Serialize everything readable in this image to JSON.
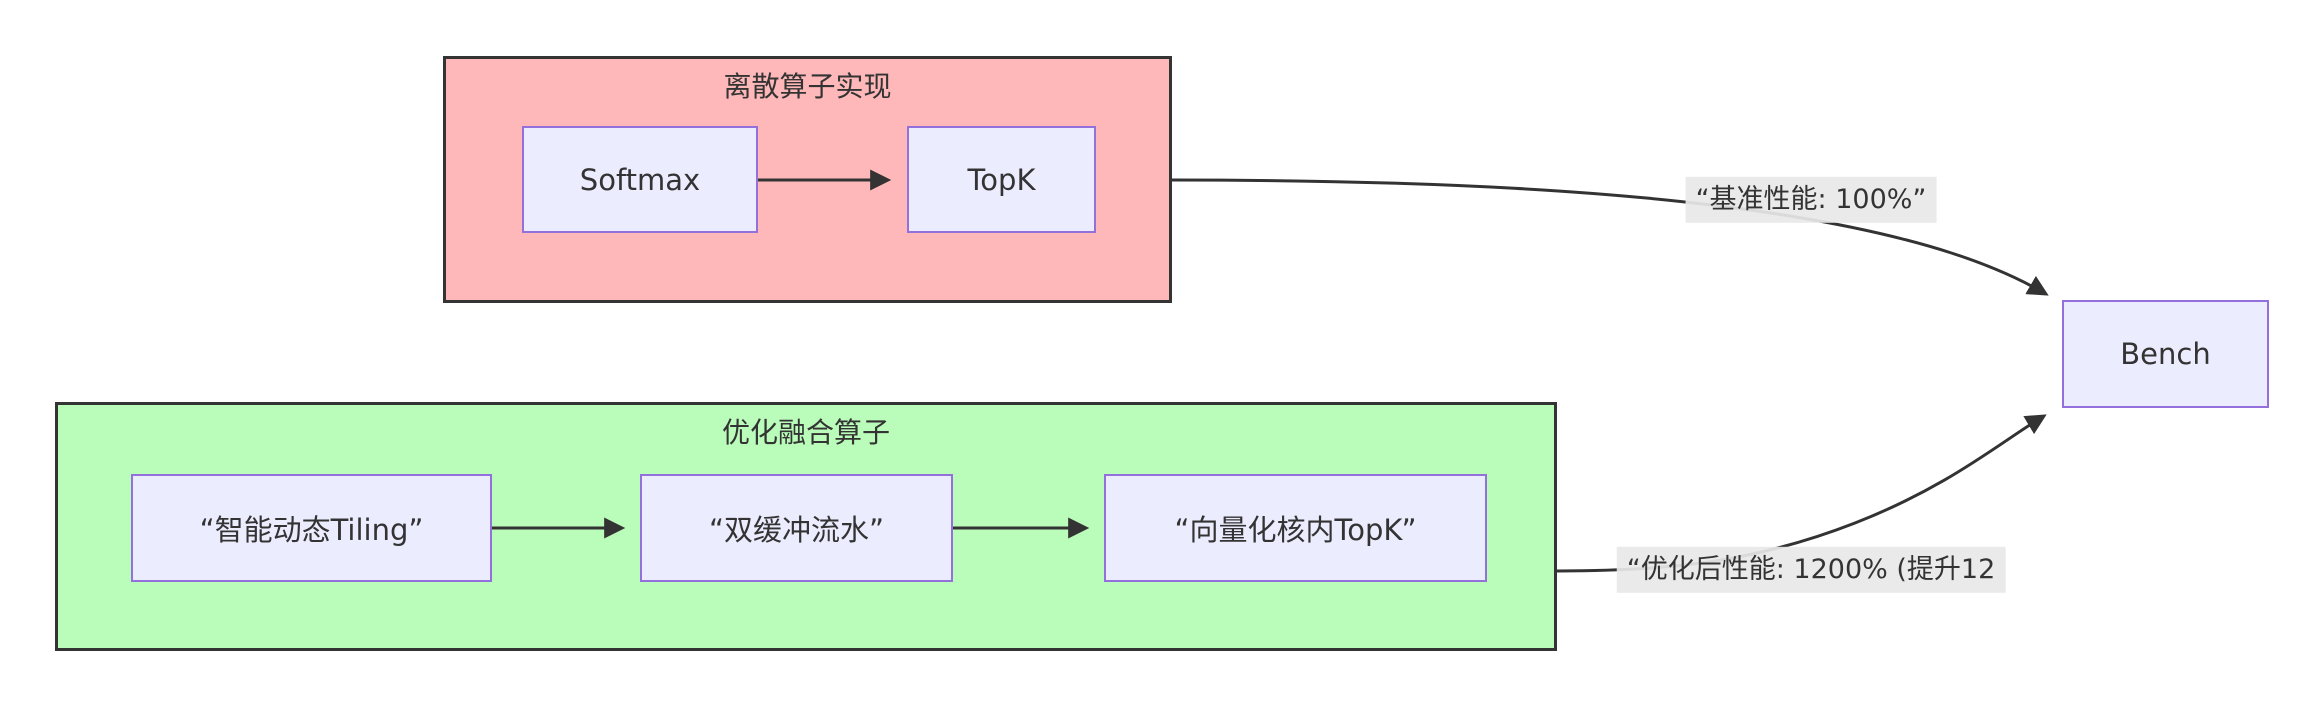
{
  "diagram": {
    "type": "flowchart",
    "clusters": {
      "discrete": {
        "label": "离散算子实现",
        "fill": "#ffb8ba"
      },
      "fused": {
        "label": "优化融合算子",
        "fill": "#bafcba"
      }
    },
    "nodes": {
      "softmax": {
        "label": "Softmax"
      },
      "topk": {
        "label": "TopK"
      },
      "tiling": {
        "label": "“智能动态Tiling”"
      },
      "double_buffer": {
        "label": "“双缓冲流水”"
      },
      "vector_topk": {
        "label": "“向量化核内TopK”"
      },
      "bench": {
        "label": "Bench"
      }
    },
    "edges": {
      "softmax_to_topk": {
        "label": ""
      },
      "tiling_to_double_buffer": {
        "label": ""
      },
      "double_buffer_to_vector_topk": {
        "label": ""
      },
      "discrete_to_bench": {
        "label": "“基准性能: 100%”"
      },
      "fused_to_bench": {
        "label": "“优化后性能: 1200% (提升12"
      }
    },
    "colors": {
      "cluster_discrete_fill": "#ffb8ba",
      "cluster_fused_fill": "#bafcba",
      "cluster_border": "#343434",
      "node_fill": "#ececff",
      "node_border": "#9370db",
      "edge_stroke": "#333333",
      "edge_label_bg": "#e8e8e8",
      "text": "#333333",
      "background": "#ffffff"
    }
  }
}
